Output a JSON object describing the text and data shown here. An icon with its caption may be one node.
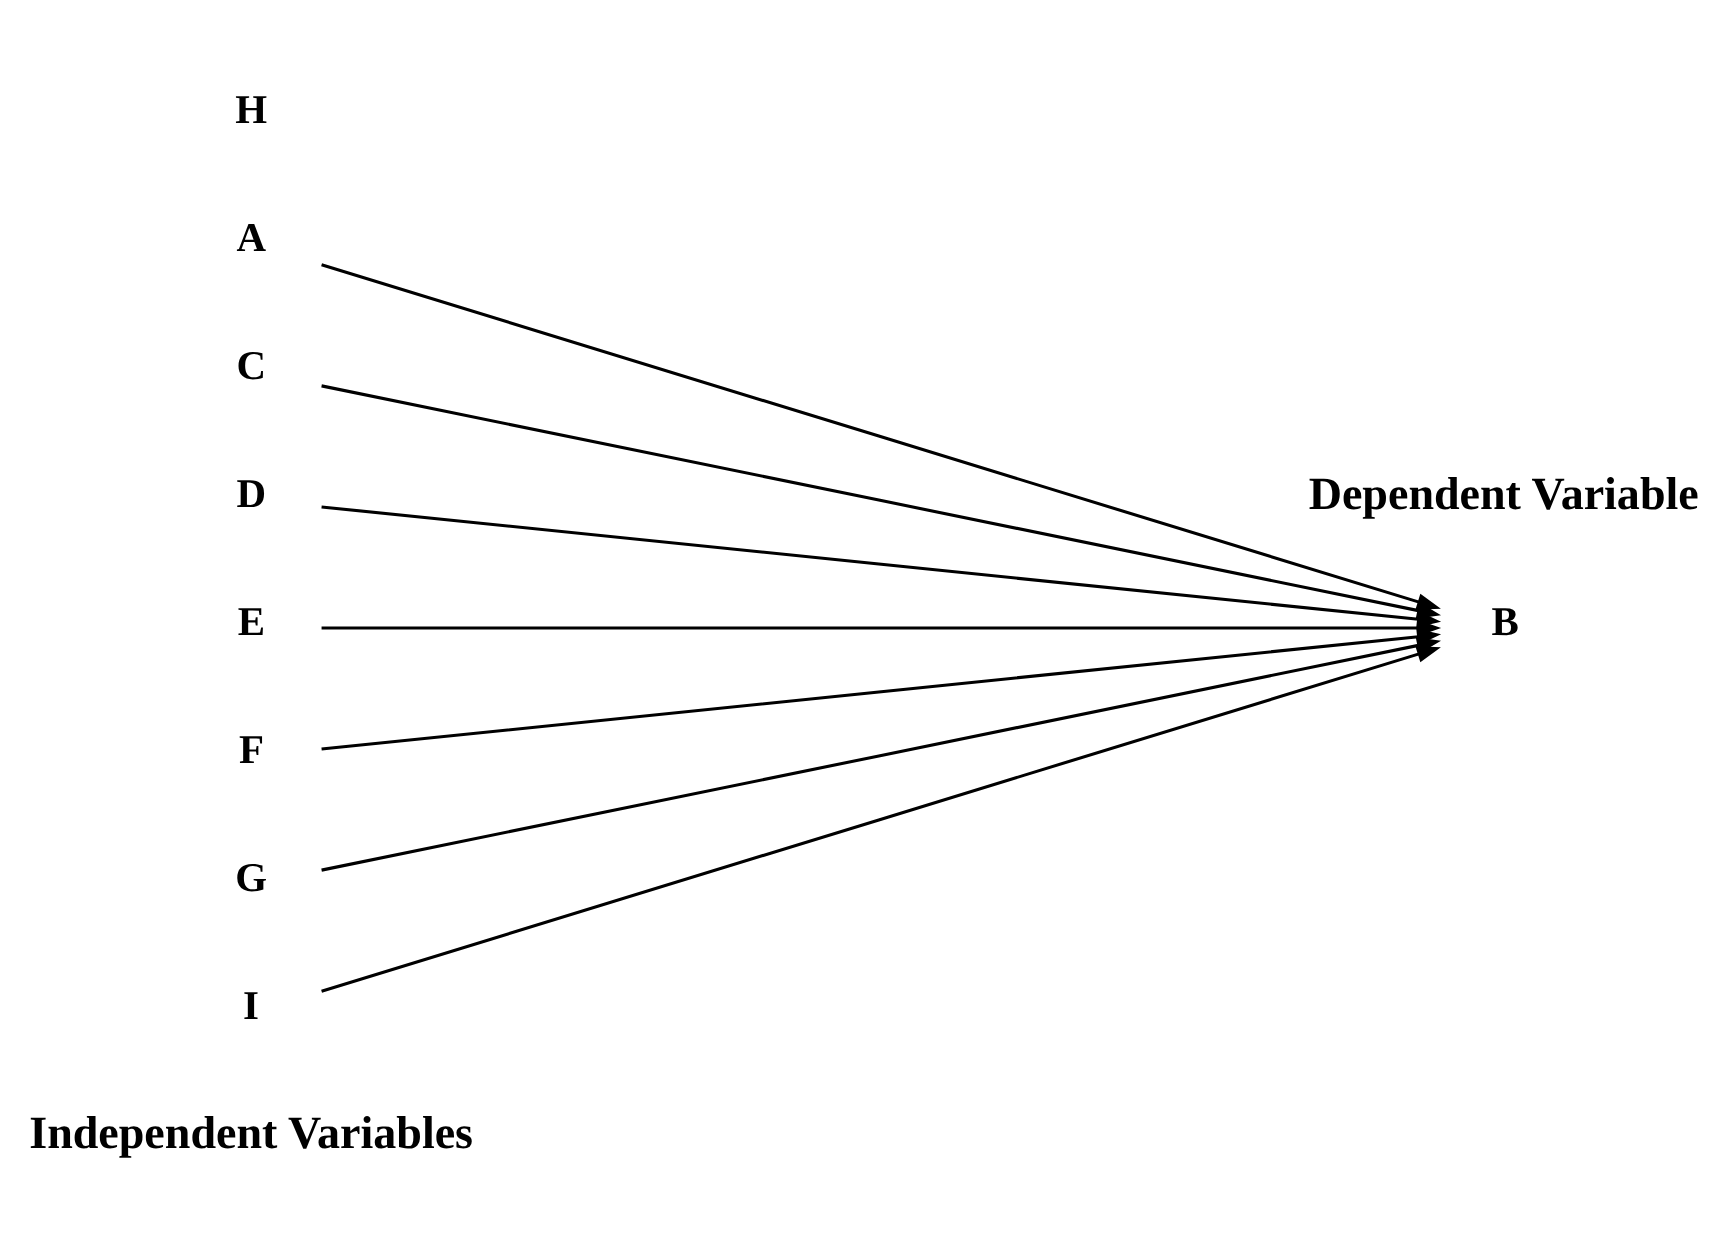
{
  "diagram": {
    "nodes": [
      {
        "text": [
          "A"
        ]
      },
      {
        "text": [
          "C"
        ]
      },
      {
        "text": [
          "D"
        ]
      },
      {
        "text": [
          "E"
        ]
      },
      {
        "text": [
          "F"
        ]
      },
      {
        "text": [
          "G"
        ]
      },
      {
        "text": [
          "H"
        ]
      },
      {
        "text": [
          "I"
        ]
      },
      {
        "text": [
          "B"
        ]
      }
    ],
    "edges": [
      {
        "from": 0,
        "to": 8,
        "arrow": "to"
      },
      {
        "from": 1,
        "to": 8,
        "arrow": "to"
      },
      {
        "from": 2,
        "to": 8,
        "arrow": "to"
      },
      {
        "from": 3,
        "to": 8,
        "arrow": "to"
      },
      {
        "from": 4,
        "to": 8,
        "arrow": "to"
      },
      {
        "from": 5,
        "to": 8,
        "arrow": "to"
      },
      {
        "from": 7,
        "to": 8,
        "arrow": "to"
      }
    ],
    "labels": [
      "Independent Variables",
      "Dependent Variable"
    ]
  }
}
